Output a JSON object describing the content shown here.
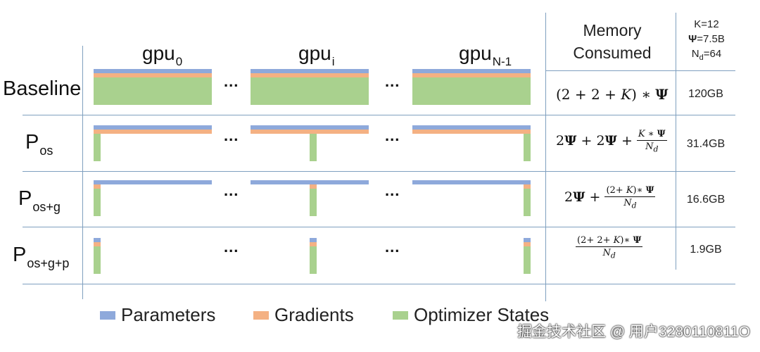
{
  "gpus": [
    {
      "base": "gpu",
      "sub": "0"
    },
    {
      "base": "gpu",
      "sub": "i"
    },
    {
      "base": "gpu",
      "sub": "N-1"
    }
  ],
  "ellipsis": "...",
  "rows": [
    {
      "label": "Baseline",
      "sub": "",
      "formula": "(2 + 2 + K) * Ψ",
      "memory": "120GB"
    },
    {
      "label": "P",
      "sub": "os",
      "formula_parts": [
        "2Ψ + 2Ψ + ",
        "K * Ψ",
        "N_d"
      ],
      "memory": "31.4GB"
    },
    {
      "label": "P",
      "sub": "os+g",
      "formula_parts": [
        "2Ψ + ",
        "(2+ K)* Ψ",
        "N_d"
      ],
      "memory": "16.6GB"
    },
    {
      "label": "P",
      "sub": "os+g+p",
      "formula_parts": [
        "",
        "(2+ 2+ K)* Ψ",
        "N_d"
      ],
      "memory": "1.9GB"
    }
  ],
  "header": {
    "line1": "Memory",
    "line2": "Consumed"
  },
  "stats": {
    "k": "K=12",
    "psi": "Ψ",
    "psi_value": "=7.5B",
    "nd_base": "N",
    "nd_sub": "d",
    "nd_value": "=64"
  },
  "legend": [
    {
      "label": "Parameters",
      "color": "#8ea9db"
    },
    {
      "label": "Gradients",
      "color": "#f4b183"
    },
    {
      "label": "Optimizer States",
      "color": "#a9d18e"
    }
  ],
  "watermark": "掘金技术社区 @ 用户3280110811O"
}
